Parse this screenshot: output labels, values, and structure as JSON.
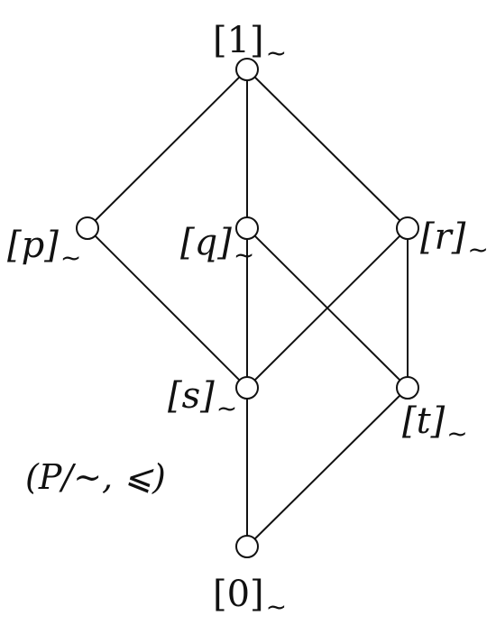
{
  "diagram": {
    "nodes": [
      {
        "id": "1",
        "label_main": "[1]",
        "label_sub": "~"
      },
      {
        "id": "p",
        "label_main": "[p]",
        "label_sub": "~"
      },
      {
        "id": "q",
        "label_main": "[q]",
        "label_sub": "~"
      },
      {
        "id": "r",
        "label_main": "[r]",
        "label_sub": "~"
      },
      {
        "id": "s",
        "label_main": "[s]",
        "label_sub": "~"
      },
      {
        "id": "t",
        "label_main": "[t]",
        "label_sub": "~"
      },
      {
        "id": "0",
        "label_main": "[0]",
        "label_sub": "~"
      }
    ],
    "edges": [
      [
        "1",
        "p"
      ],
      [
        "1",
        "q"
      ],
      [
        "1",
        "r"
      ],
      [
        "p",
        "s"
      ],
      [
        "q",
        "s"
      ],
      [
        "q",
        "t"
      ],
      [
        "r",
        "s"
      ],
      [
        "r",
        "t"
      ],
      [
        "s",
        "0"
      ],
      [
        "t",
        "0"
      ]
    ],
    "caption": "(P/∼, ⩽)"
  }
}
